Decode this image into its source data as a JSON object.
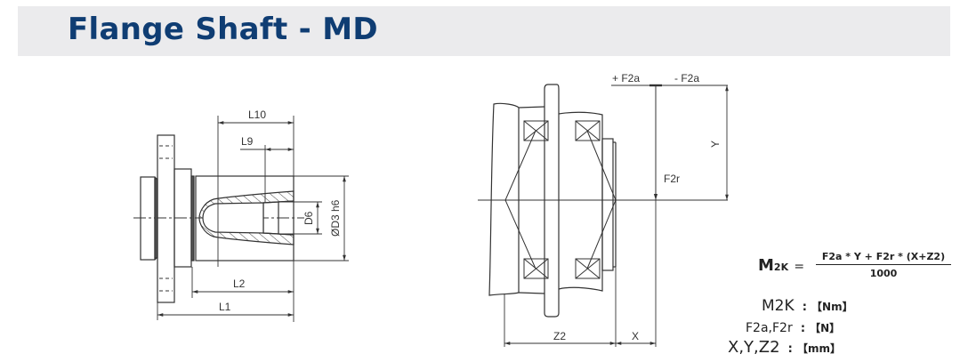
{
  "header": {
    "title": "Flange Shaft - MD",
    "title_color": "#0f3d73",
    "band_color": "#ebebed"
  },
  "left_drawing": {
    "name": "flange-shaft-section",
    "dimensions": {
      "L10": "L10",
      "L9": "L9",
      "D6": "D6",
      "D3": "ØD3 h6",
      "L2": "L2",
      "L1": "L1"
    }
  },
  "right_drawing": {
    "name": "gearbox-load-diagram",
    "labels": {
      "F2a_plus": "+ F2a",
      "F2a_minus": "- F2a",
      "F2r": "F2r",
      "Y": "Y",
      "Z2": "Z2",
      "X": "X"
    }
  },
  "formula": {
    "lhs_main": "M",
    "lhs_sub": "2K",
    "equals": "=",
    "numerator": "F2a * Y + F2r * (X+Z2)",
    "denominator": "1000"
  },
  "units": [
    {
      "symbol": "M2K",
      "separator": ":",
      "unit": "【Nm】"
    },
    {
      "symbol": "F2a,F2r",
      "separator": ":",
      "unit": "【N】"
    },
    {
      "symbol": "X,Y,Z2",
      "separator": ":",
      "unit": "【mm】"
    }
  ]
}
